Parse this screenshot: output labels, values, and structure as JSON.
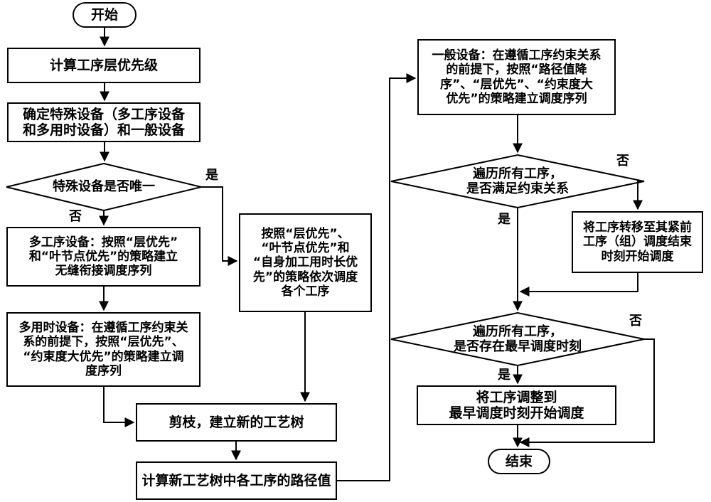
{
  "diagram": {
    "type": "flowchart",
    "orientation": "two-column",
    "background_color": "#ffffff",
    "line_color": "#000000",
    "text_color": "#000000"
  },
  "nodes": {
    "start": {
      "shape": "oval",
      "label": "开始"
    },
    "calc_priority": {
      "shape": "process",
      "label": "计算工序层优先级"
    },
    "determine_equipment": {
      "shape": "process",
      "label": "确定特殊设备（多工序设备\n和多用时设备）和一般设备"
    },
    "decision_unique": {
      "shape": "decision",
      "label": "特殊设备是否唯一"
    },
    "multi_process_equipment": {
      "shape": "process",
      "label": "多工序设备：按照“层优先”\n和“叶节点优先”的策略建立\n无缝衔接调度序列"
    },
    "multi_time_equipment": {
      "shape": "process",
      "label": "多用时设备：在遵循工序约束关\n系的前提下，按照“层优先”、\n“约束度大优先”的策略建立调\n度序列"
    },
    "sequential_schedule": {
      "shape": "process",
      "label": "按照“层优先”、\n“叶节点优先”和\n“自身加工用时长优\n先”的策略依次调度\n各个工序"
    },
    "prune_tree": {
      "shape": "process",
      "label": "剪枝，建立新的工艺树"
    },
    "calc_path_value": {
      "shape": "process",
      "label": "计算新工艺树中各工序的路径值"
    },
    "general_equipment": {
      "shape": "process",
      "label": "一般设备：在遵循工序约束关系\n的前提下，按照“路径值降\n序”、“层优先”、“约束度大\n优先”的策略建立调度序列"
    },
    "decision_constraint": {
      "shape": "decision",
      "label": "遍历所有工序，\n是否满足约束关系"
    },
    "shift_process": {
      "shape": "process",
      "label": "将工序转移至其紧前\n工序（组）调度结束\n时刻开始调度"
    },
    "decision_earliest": {
      "shape": "decision",
      "label": "遍历所有工序，\n是否存在最早调度时刻"
    },
    "adjust_process": {
      "shape": "process",
      "label": "将工序调整到\n最早调度时刻开始调度"
    },
    "end": {
      "shape": "oval",
      "label": "结束"
    }
  },
  "branch_labels": {
    "unique_yes": "是",
    "unique_no": "否",
    "constraint_no": "否",
    "constraint_yes": "是",
    "earliest_no": "否",
    "earliest_yes": "是"
  }
}
